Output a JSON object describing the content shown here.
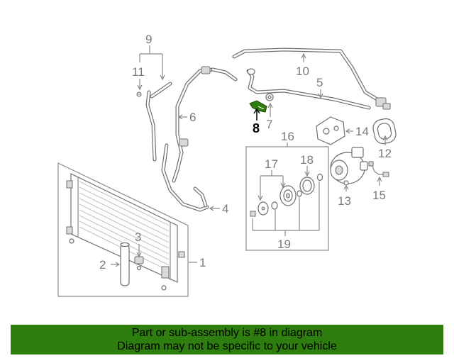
{
  "callouts": {
    "c1": "1",
    "c2": "2",
    "c3": "3",
    "c4": "4",
    "c5": "5",
    "c6": "6",
    "c7": "7",
    "c8": "8",
    "c9": "9",
    "c10": "10",
    "c11": "11",
    "c12": "12",
    "c13": "13",
    "c14": "14",
    "c15": "15",
    "c16": "16",
    "c17": "17",
    "c18": "18",
    "c19": "19"
  },
  "highlighted_part": "8",
  "colors": {
    "banner": "#2e7d0f",
    "highlight": "#2e7d0f",
    "lines": "#8a8a8a"
  },
  "banner": {
    "line1": "Part or sub-assembly is #8 in diagram",
    "line2": "Diagram may not be specific to your vehicle"
  }
}
